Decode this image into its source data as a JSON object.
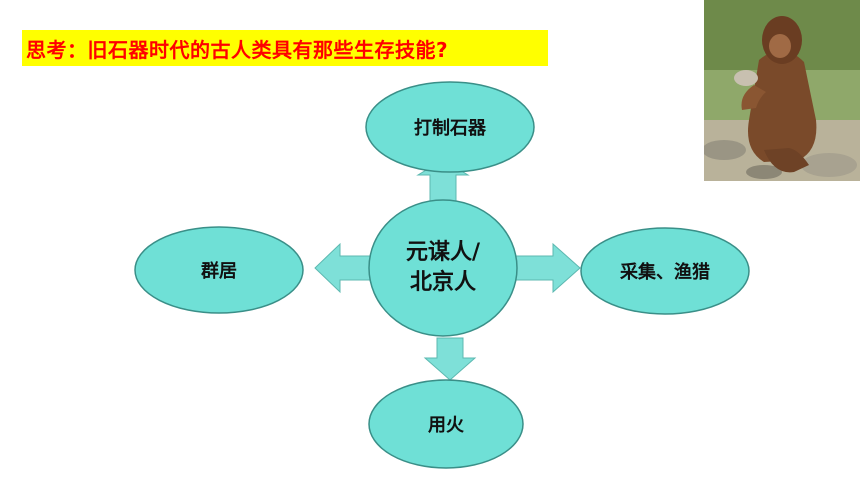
{
  "title": "思考：旧石器时代的古人类具有那些生存技能?",
  "center": {
    "line1": "元谋人/",
    "line2": "北京人"
  },
  "nodes": {
    "top": "打制石器",
    "left": "群居",
    "right": "采集、渔猎",
    "bottom": "用火"
  },
  "colors": {
    "node_fill": "#6fe0d6",
    "node_stroke": "#3a8f88",
    "arrow_fill": "#7ee0d8",
    "title_text": "#ff0000",
    "title_bg": "#ffff00"
  }
}
